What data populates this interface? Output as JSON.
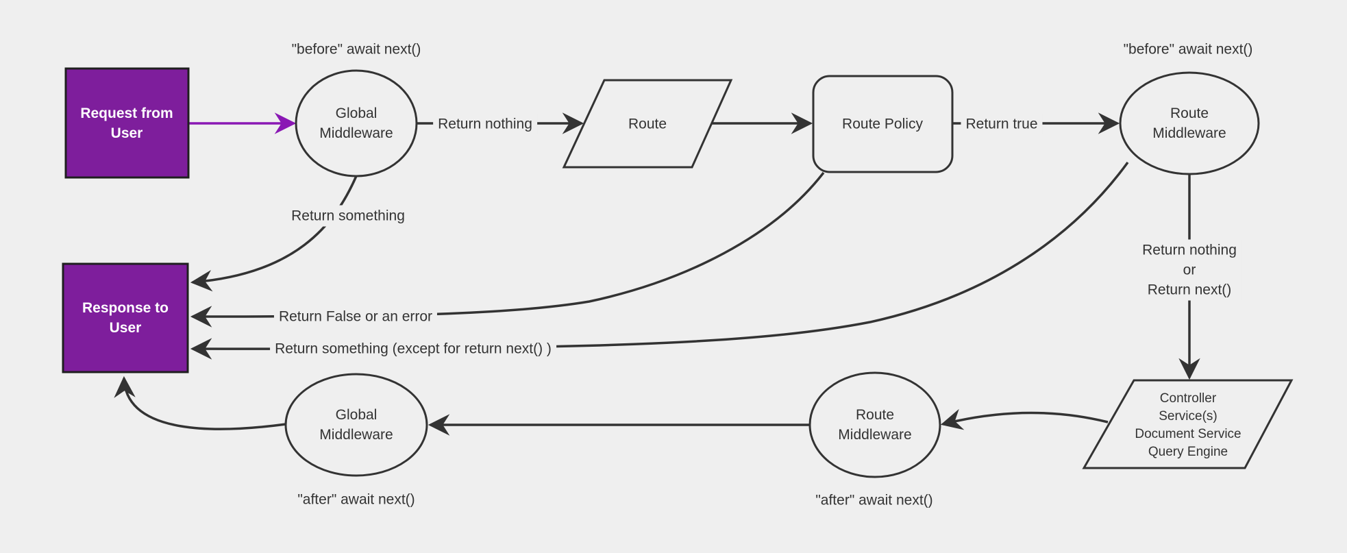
{
  "colors": {
    "background": "#efefef",
    "line": "#333333",
    "node_fill": "#efefef",
    "purple_fill": "#7e1e9c",
    "purple_stroke": "#8a18b4",
    "box_border": "#1f1f1f",
    "text": "#333333",
    "box_text": "#ffffff"
  },
  "nodes": {
    "request": {
      "label": "Request from\nUser"
    },
    "global_middleware_top": {
      "label": "Global\nMiddleware"
    },
    "route": {
      "label": "Route"
    },
    "route_policy": {
      "label": "Route Policy"
    },
    "route_middleware_top": {
      "label": "Route\nMiddleware"
    },
    "controller": {
      "label": "Controller\nService(s)\nDocument Service\nQuery Engine"
    },
    "route_middleware_bottom": {
      "label": "Route\nMiddleware"
    },
    "global_middleware_bottom": {
      "label": "Global\nMiddleware"
    },
    "response": {
      "label": "Response to\nUser"
    }
  },
  "edge_labels": {
    "before_global": "\"before\" await next()",
    "before_route": "\"before\" await next()",
    "after_global": "\"after\" await next()",
    "after_route": "\"after\" await next()",
    "return_nothing": "Return nothing",
    "return_true": "Return true",
    "return_something": "Return something",
    "return_false": "Return False or an error",
    "return_except": "Return something (except for return next() )",
    "return_nothing_or_next": "Return nothing\nor\nReturn next()"
  }
}
